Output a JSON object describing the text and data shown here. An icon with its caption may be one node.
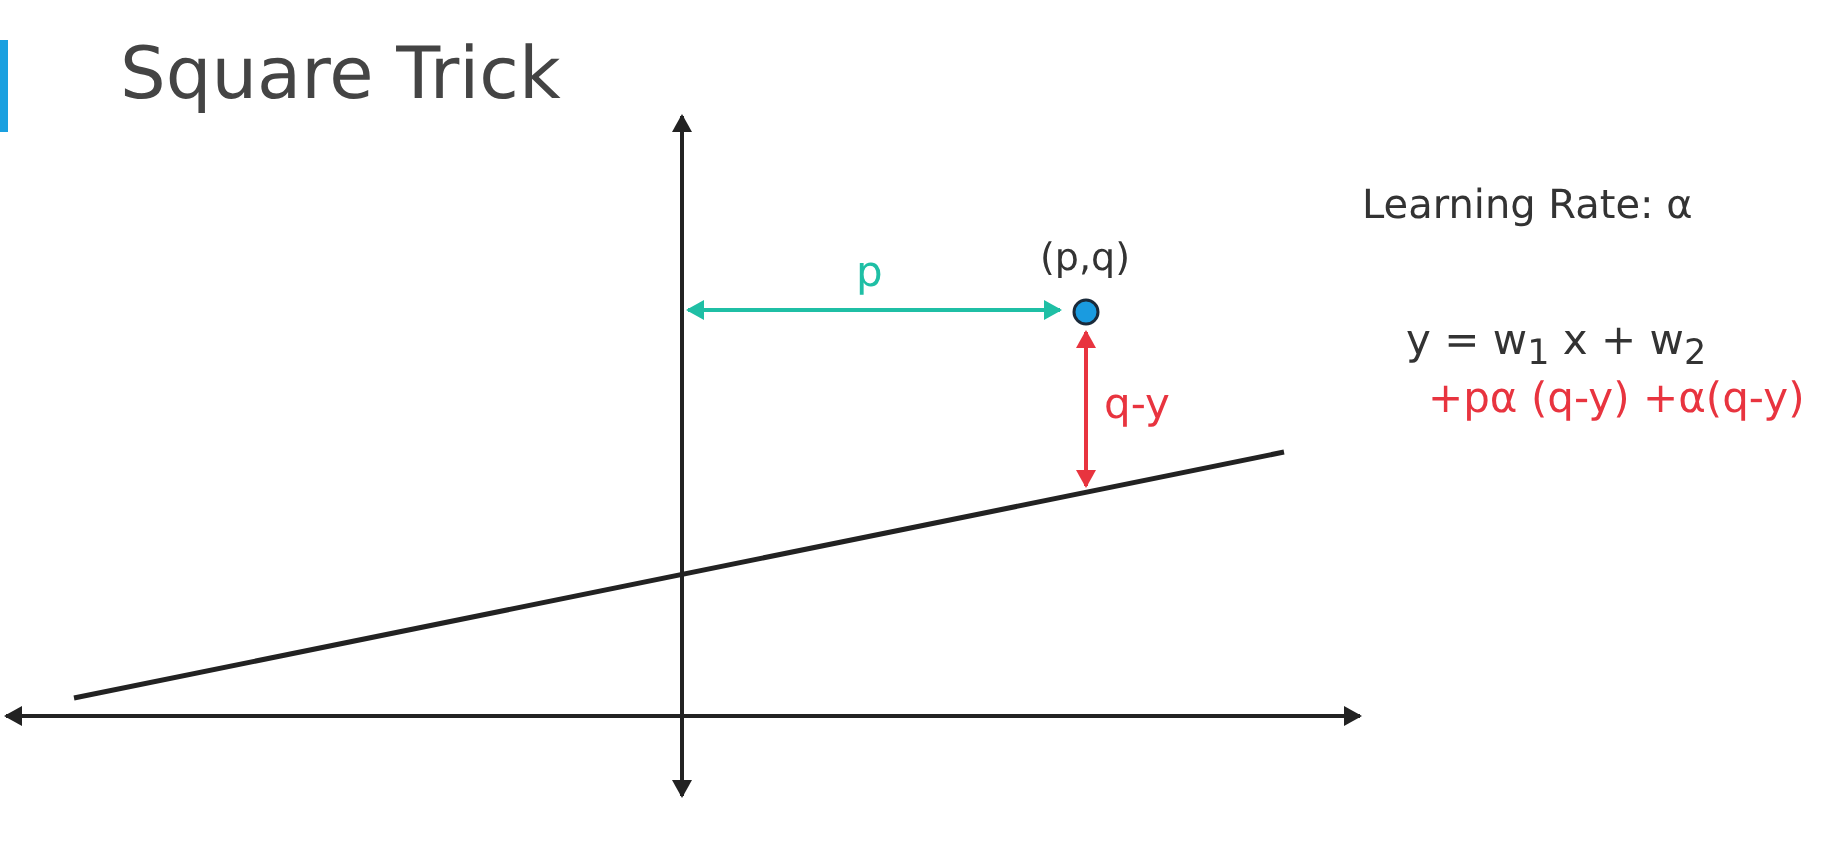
{
  "diagram": {
    "title": "Square Trick",
    "labels": [
      "(p,q)",
      "p",
      "q-y",
      "Learning Rate: α",
      "y = w$_{1}$ x + w$_{2}$",
      "+pα (q-y) +α(q-y)"
    ]
  }
}
